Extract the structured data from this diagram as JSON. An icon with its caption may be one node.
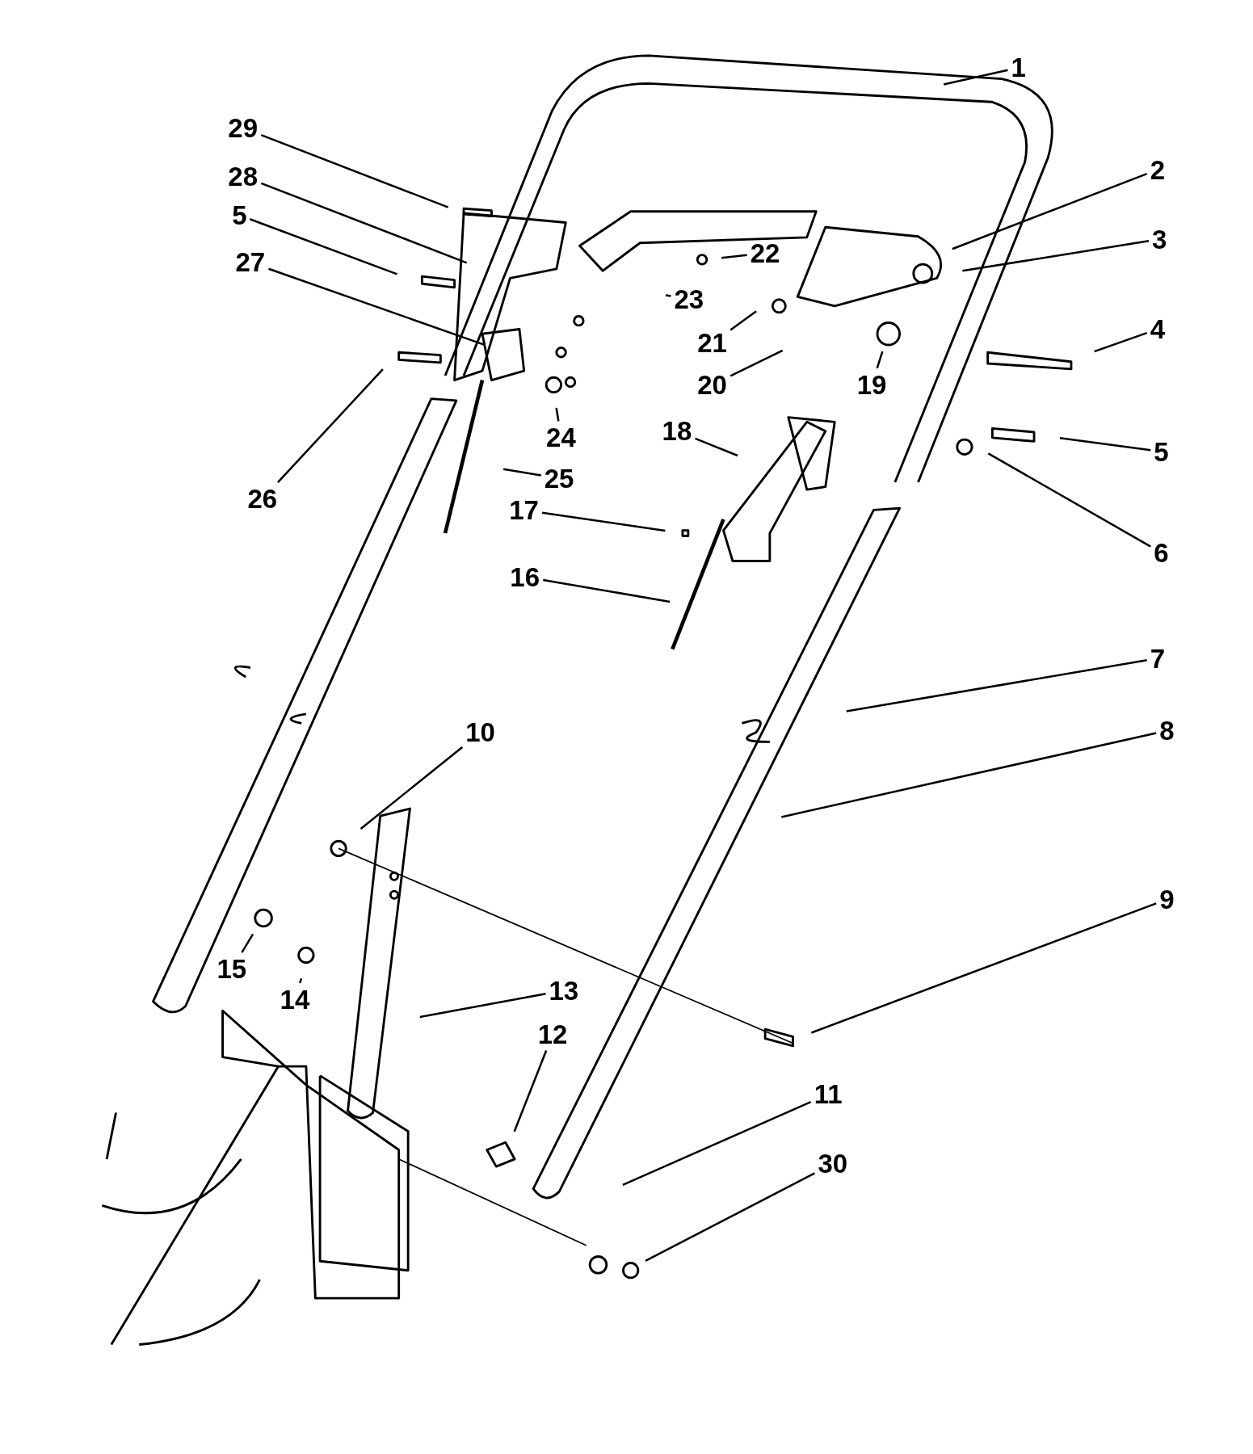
{
  "diagram": {
    "nodes": [
      {
        "text": [
          "1"
        ]
      },
      {
        "text": [
          "2"
        ]
      },
      {
        "text": [
          "3"
        ]
      },
      {
        "text": [
          "4"
        ]
      },
      {
        "text": [
          "5"
        ]
      },
      {
        "text": [
          "5"
        ]
      },
      {
        "text": [
          "6"
        ]
      },
      {
        "text": [
          "7"
        ]
      },
      {
        "text": [
          "8"
        ]
      },
      {
        "text": [
          "9"
        ]
      },
      {
        "text": [
          "10"
        ]
      },
      {
        "text": [
          "11"
        ]
      },
      {
        "text": [
          "12"
        ]
      },
      {
        "text": [
          "13"
        ]
      },
      {
        "text": [
          "14"
        ]
      },
      {
        "text": [
          "15"
        ]
      },
      {
        "text": [
          "16"
        ]
      },
      {
        "text": [
          "17"
        ]
      },
      {
        "text": [
          "18"
        ]
      },
      {
        "text": [
          "19"
        ]
      },
      {
        "text": [
          "20"
        ]
      },
      {
        "text": [
          "21"
        ]
      },
      {
        "text": [
          "22"
        ]
      },
      {
        "text": [
          "23"
        ]
      },
      {
        "text": [
          "24"
        ]
      },
      {
        "text": [
          "25"
        ]
      },
      {
        "text": [
          "26"
        ]
      },
      {
        "text": [
          "27"
        ]
      },
      {
        "text": [
          "28"
        ]
      },
      {
        "text": [
          "29"
        ]
      },
      {
        "text": [
          "30"
        ]
      }
    ],
    "edges": [
      {
        "from": 0,
        "to": null,
        "arrow": "none"
      },
      {
        "from": 1,
        "to": null,
        "arrow": "none"
      },
      {
        "from": 2,
        "to": null,
        "arrow": "none"
      },
      {
        "from": 3,
        "to": null,
        "arrow": "none"
      },
      {
        "from": 4,
        "to": null,
        "arrow": "none"
      },
      {
        "from": 5,
        "to": null,
        "arrow": "none"
      },
      {
        "from": 6,
        "to": null,
        "arrow": "none"
      },
      {
        "from": 7,
        "to": null,
        "arrow": "none"
      },
      {
        "from": 8,
        "to": null,
        "arrow": "none"
      },
      {
        "from": 9,
        "to": null,
        "arrow": "none"
      },
      {
        "from": 10,
        "to": null,
        "arrow": "none"
      },
      {
        "from": 11,
        "to": null,
        "arrow": "none"
      },
      {
        "from": 12,
        "to": null,
        "arrow": "none"
      },
      {
        "from": 13,
        "to": null,
        "arrow": "none"
      },
      {
        "from": 14,
        "to": null,
        "arrow": "none"
      },
      {
        "from": 15,
        "to": null,
        "arrow": "none"
      },
      {
        "from": 16,
        "to": null,
        "arrow": "none"
      },
      {
        "from": 17,
        "to": null,
        "arrow": "none"
      },
      {
        "from": 18,
        "to": null,
        "arrow": "none"
      },
      {
        "from": 19,
        "to": null,
        "arrow": "none"
      },
      {
        "from": 20,
        "to": null,
        "arrow": "none"
      },
      {
        "from": 21,
        "to": null,
        "arrow": "none"
      },
      {
        "from": 22,
        "to": null,
        "arrow": "none"
      },
      {
        "from": 23,
        "to": null,
        "arrow": "none"
      },
      {
        "from": 24,
        "to": null,
        "arrow": "none"
      },
      {
        "from": 25,
        "to": null,
        "arrow": "none"
      },
      {
        "from": 26,
        "to": null,
        "arrow": "none"
      },
      {
        "from": 27,
        "to": null,
        "arrow": "none"
      },
      {
        "from": 28,
        "to": null,
        "arrow": "none"
      },
      {
        "from": 29,
        "to": null,
        "arrow": "none"
      },
      {
        "from": 30,
        "to": null,
        "arrow": "none"
      }
    ]
  }
}
